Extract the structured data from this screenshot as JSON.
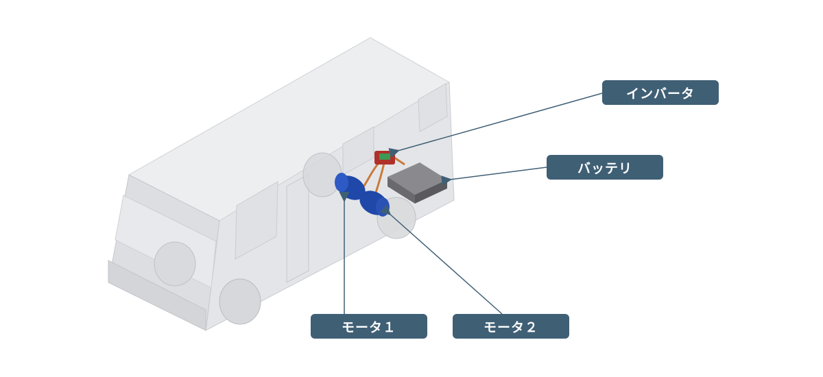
{
  "colors": {
    "label_bg": "#3f5f75",
    "arrow": "#3f5f75",
    "motor": "#1f48a8",
    "inverter": "#b0302a",
    "battery": "#6f6f72"
  },
  "labels": {
    "inverter": "インバータ",
    "battery": "バッテリ",
    "motor1": "モータ１",
    "motor2": "モータ２"
  }
}
